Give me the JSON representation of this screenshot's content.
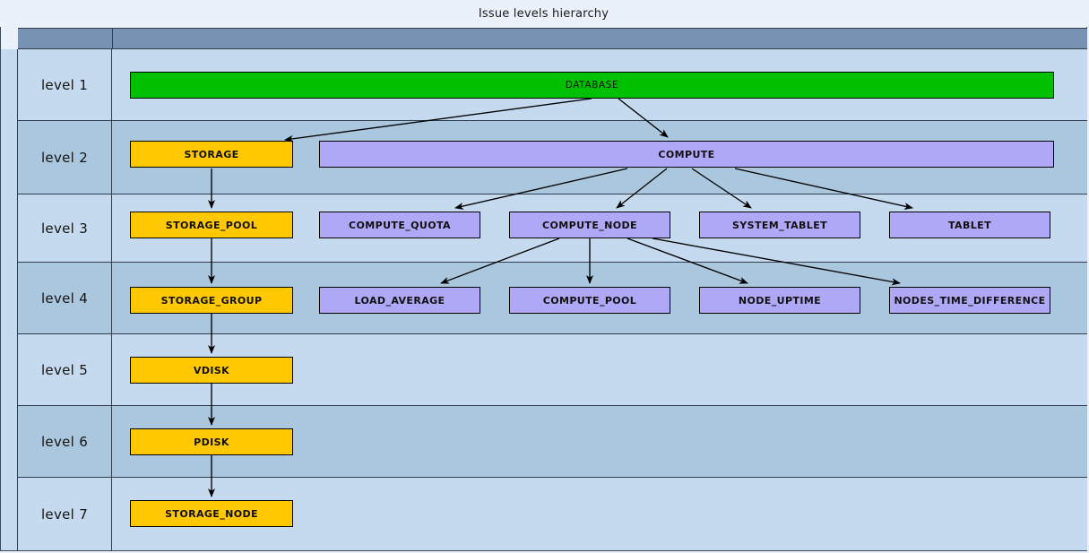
{
  "diagram": {
    "title": "Issue levels hierarchy",
    "level_column_header": "",
    "colors": {
      "page_background": "#eaf1fb",
      "header_band": "#7793b4",
      "row_odd": "#c6daef",
      "row_even": "#aac7de",
      "frame_line": "#2f3d4d",
      "node_database": "#00c000",
      "node_storage": "#ffc800",
      "node_compute": "#aea8f6",
      "edge": "#000000"
    },
    "levels": [
      {
        "label": "level 1",
        "index": 1
      },
      {
        "label": "level 2",
        "index": 2
      },
      {
        "label": "level 3",
        "index": 3
      },
      {
        "label": "level 4",
        "index": 4
      },
      {
        "label": "level 5",
        "index": 5
      },
      {
        "label": "level 6",
        "index": 6
      },
      {
        "label": "level 7",
        "index": 7
      }
    ],
    "nodes": [
      {
        "id": "DATABASE",
        "label": "DATABASE",
        "level": 1,
        "color": "green"
      },
      {
        "id": "STORAGE",
        "label": "STORAGE",
        "level": 2,
        "color": "gold"
      },
      {
        "id": "COMPUTE",
        "label": "COMPUTE",
        "level": 2,
        "color": "purple"
      },
      {
        "id": "STORAGE_POOL",
        "label": "STORAGE_POOL",
        "level": 3,
        "color": "gold"
      },
      {
        "id": "COMPUTE_QUOTA",
        "label": "COMPUTE_QUOTA",
        "level": 3,
        "color": "purple"
      },
      {
        "id": "COMPUTE_NODE",
        "label": "COMPUTE_NODE",
        "level": 3,
        "color": "purple"
      },
      {
        "id": "SYSTEM_TABLET",
        "label": "SYSTEM_TABLET",
        "level": 3,
        "color": "purple"
      },
      {
        "id": "TABLET",
        "label": "TABLET",
        "level": 3,
        "color": "purple"
      },
      {
        "id": "STORAGE_GROUP",
        "label": "STORAGE_GROUP",
        "level": 4,
        "color": "gold"
      },
      {
        "id": "LOAD_AVERAGE",
        "label": "LOAD_AVERAGE",
        "level": 4,
        "color": "purple"
      },
      {
        "id": "COMPUTE_POOL",
        "label": "COMPUTE_POOL",
        "level": 4,
        "color": "purple"
      },
      {
        "id": "NODE_UPTIME",
        "label": "NODE_UPTIME",
        "level": 4,
        "color": "purple"
      },
      {
        "id": "NODES_TIME_DIFFERENCE",
        "label": "NODES_TIME_DIFFERENCE",
        "level": 4,
        "color": "purple"
      },
      {
        "id": "VDISK",
        "label": "VDISK",
        "level": 5,
        "color": "gold"
      },
      {
        "id": "PDISK",
        "label": "PDISK",
        "level": 6,
        "color": "gold"
      },
      {
        "id": "STORAGE_NODE",
        "label": "STORAGE_NODE",
        "level": 7,
        "color": "gold"
      }
    ],
    "edges": [
      {
        "from": "DATABASE",
        "to": "STORAGE"
      },
      {
        "from": "DATABASE",
        "to": "COMPUTE"
      },
      {
        "from": "STORAGE",
        "to": "STORAGE_POOL"
      },
      {
        "from": "COMPUTE",
        "to": "COMPUTE_QUOTA"
      },
      {
        "from": "COMPUTE",
        "to": "COMPUTE_NODE"
      },
      {
        "from": "COMPUTE",
        "to": "SYSTEM_TABLET"
      },
      {
        "from": "COMPUTE",
        "to": "TABLET"
      },
      {
        "from": "STORAGE_POOL",
        "to": "STORAGE_GROUP"
      },
      {
        "from": "COMPUTE_NODE",
        "to": "LOAD_AVERAGE"
      },
      {
        "from": "COMPUTE_NODE",
        "to": "COMPUTE_POOL"
      },
      {
        "from": "COMPUTE_NODE",
        "to": "NODE_UPTIME"
      },
      {
        "from": "COMPUTE_NODE",
        "to": "NODES_TIME_DIFFERENCE"
      },
      {
        "from": "STORAGE_GROUP",
        "to": "VDISK"
      },
      {
        "from": "VDISK",
        "to": "PDISK"
      },
      {
        "from": "PDISK",
        "to": "STORAGE_NODE"
      }
    ]
  }
}
